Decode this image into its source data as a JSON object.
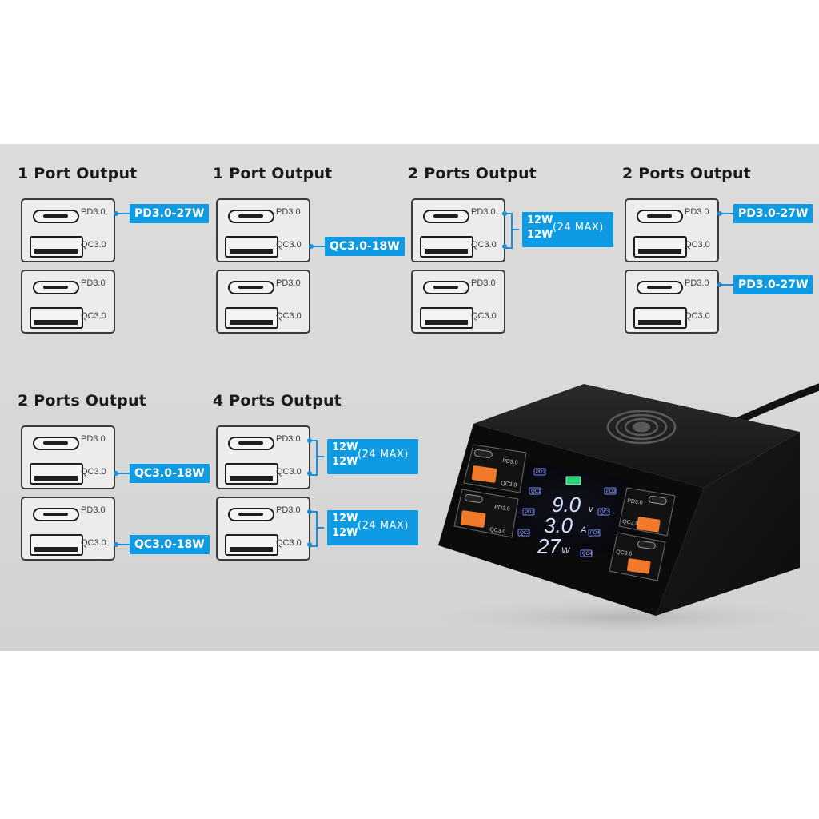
{
  "port_labels": {
    "pd": "PD3.0",
    "qc": "QC3.0"
  },
  "groups": [
    {
      "title": "1 Port Output",
      "badges": [
        "PD3.0-27W"
      ]
    },
    {
      "title": "1 Port Output",
      "badges": [
        "QC3.0-18W"
      ]
    },
    {
      "title": "2 Ports Output",
      "combined": {
        "line1": "12W",
        "line2": "12W",
        "max": "(24 MAX)"
      }
    },
    {
      "title": "2 Ports Output",
      "badges": [
        "PD3.0-27W",
        "PD3.0-27W"
      ]
    },
    {
      "title": "2 Ports Output",
      "badges": [
        "QC3.0-18W",
        "QC3.0-18W"
      ]
    },
    {
      "title": "4 Ports Output",
      "combined_top": {
        "line1": "12W",
        "line2": "12W",
        "max": "(24 MAX)"
      },
      "combined_bottom": {
        "line1": "12W",
        "line2": "12W",
        "max": "(24 MAX)"
      }
    }
  ],
  "device": {
    "display": {
      "voltage": "9.0",
      "voltage_unit": "v",
      "current": "3.0",
      "current_unit": "A",
      "power": "27",
      "power_unit": "W"
    },
    "icons": {
      "wireless": "wireless-charging-icon",
      "battery": "battery-icon"
    },
    "side_labels": {
      "pd": "PD3.0",
      "qc": "QC3.0"
    },
    "indicators": [
      "PD1",
      "QC1",
      "PD2",
      "QC2",
      "PD3",
      "QC3",
      "PD4",
      "QC4"
    ]
  },
  "colors": {
    "accent": "#0f9be3",
    "background": "#d9d9d9",
    "device_body": "#151515",
    "lcd_text": "#cfd9ff",
    "usb_a_port": "#f07a2a"
  }
}
